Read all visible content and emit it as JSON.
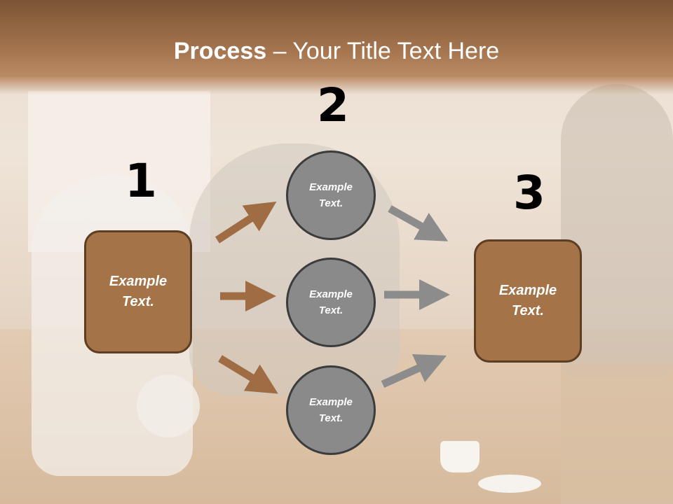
{
  "title": {
    "bold": "Process",
    "rest": " – Your Title Text Here"
  },
  "steps": {
    "one": "1",
    "two": "2",
    "three": "3"
  },
  "boxes": {
    "left": [
      "Example",
      "Text."
    ],
    "right": [
      "Example",
      "Text."
    ]
  },
  "circles": [
    {
      "line1": "Example",
      "line2": "Text."
    },
    {
      "line1": "Example",
      "line2": "Text."
    },
    {
      "line1": "Example",
      "line2": "Text."
    }
  ],
  "colors": {
    "brown": "#a47347",
    "gray": "#8a8a8a",
    "arrow_brown": "#a06c43",
    "arrow_gray": "#8c8c8c"
  }
}
